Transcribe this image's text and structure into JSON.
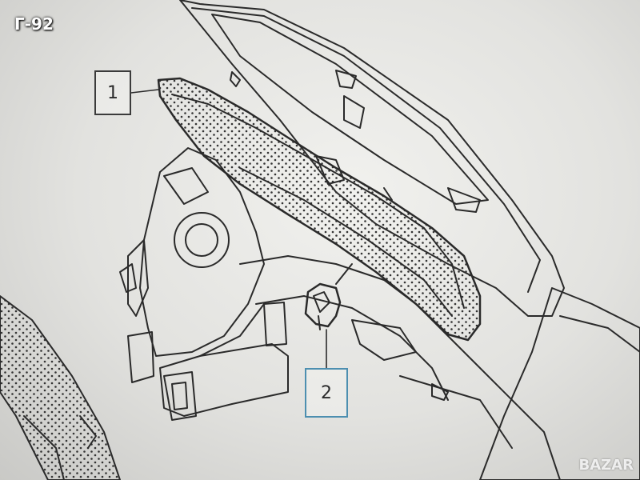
{
  "overlay": {
    "code": "Г-92"
  },
  "callouts": [
    {
      "label": "1"
    },
    {
      "label": "2"
    }
  ],
  "watermark": {
    "text": "BAZAR"
  },
  "colors": {
    "line": "#2a2a2a",
    "paper": "#ecece9",
    "callout2_border": "#4d8fb0"
  }
}
